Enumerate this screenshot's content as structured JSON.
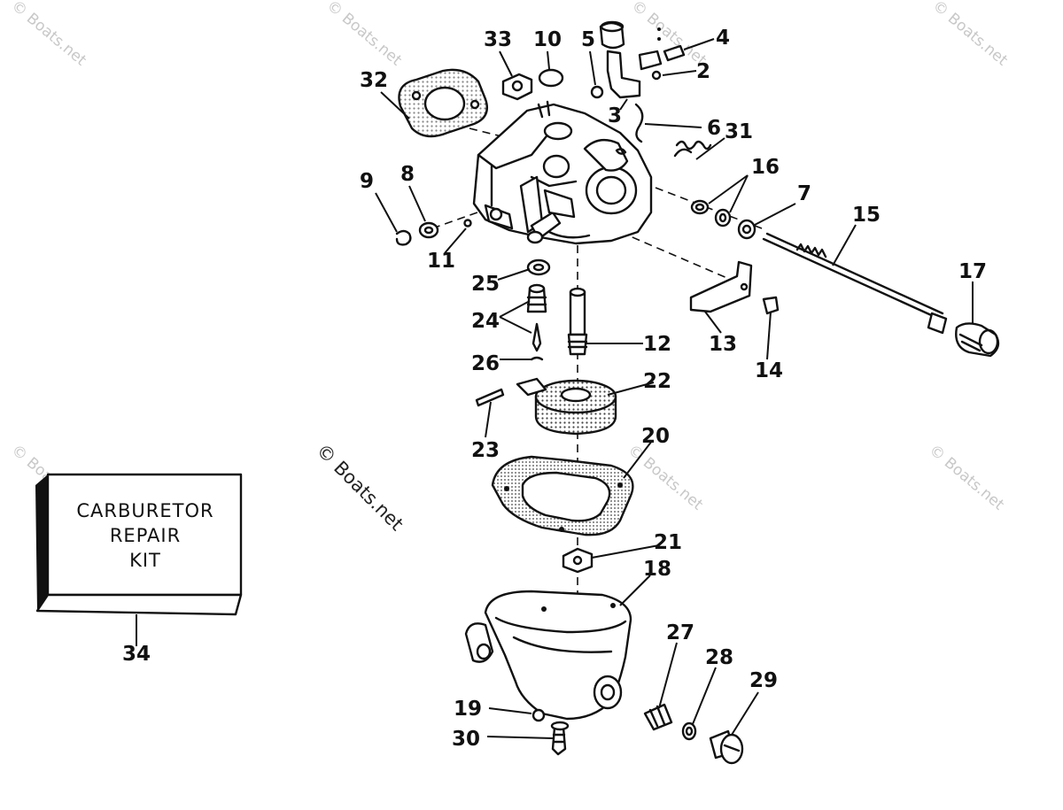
{
  "watermarks": {
    "corner": "© Boats.net",
    "center": "© Boats.net"
  },
  "kit_box": {
    "line1": "CARBURETOR",
    "line2": "REPAIR",
    "line3": "KIT"
  },
  "callouts": {
    "c1": "33",
    "c2": "10",
    "c3": "5",
    "c4": "4",
    "c5": "2",
    "c6": "32",
    "c7": "3",
    "c8": "6",
    "c9": "31",
    "c10": "16",
    "c11": "9",
    "c12": "8",
    "c13": "7",
    "c14": "15",
    "c15": "11",
    "c16": "17",
    "c17": "25",
    "c18": "24",
    "c19": "12",
    "c20": "13",
    "c21": "26",
    "c22": "14",
    "c23": "22",
    "c24": "23",
    "c25": "20",
    "c26": "21",
    "c27": "18",
    "c28": "34",
    "c29": "27",
    "c30": "28",
    "c31": "29",
    "c32": "19",
    "c33": "30"
  }
}
